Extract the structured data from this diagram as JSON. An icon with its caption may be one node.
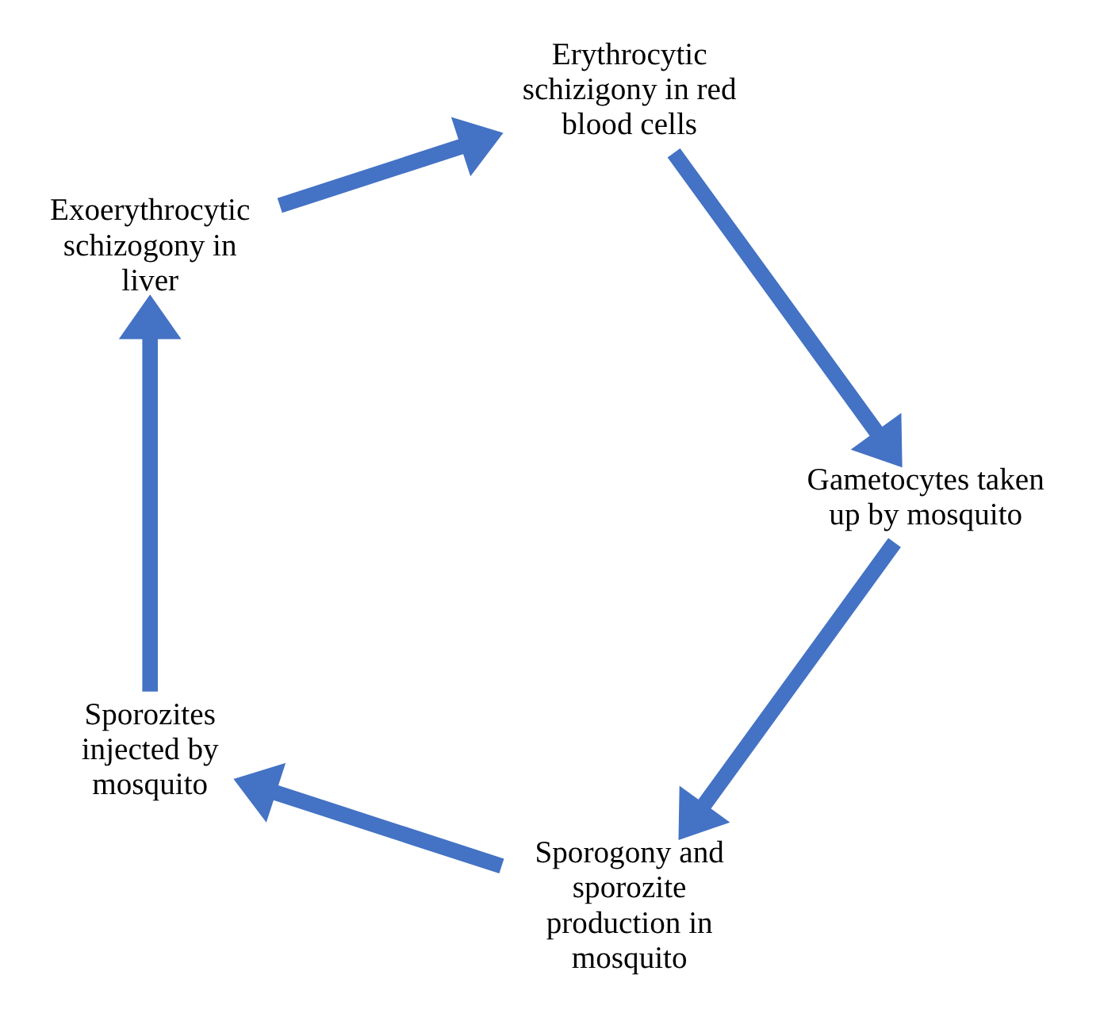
{
  "diagram": {
    "nodes": [
      {
        "text": [
          "Sporogony and sporozite production in mosquito"
        ]
      },
      {
        "text": [
          "Sporozites injected by mosquito"
        ]
      },
      {
        "text": [
          "Gametocytes taken up by mosquito"
        ]
      },
      {
        "text": [
          "Exoerythrocytic schizogony in liver"
        ]
      },
      {
        "text": [
          "Erythrocytic schizigony in red blood cells"
        ]
      }
    ],
    "edges": [
      {
        "from": 0,
        "to": 1,
        "arrow": "to"
      },
      {
        "from": 1,
        "to": 3,
        "arrow": "to"
      },
      {
        "from": 3,
        "to": 4,
        "arrow": "to"
      },
      {
        "from": 4,
        "to": 2,
        "arrow": "to"
      },
      {
        "from": 2,
        "to": 0,
        "arrow": "to"
      }
    ]
  }
}
